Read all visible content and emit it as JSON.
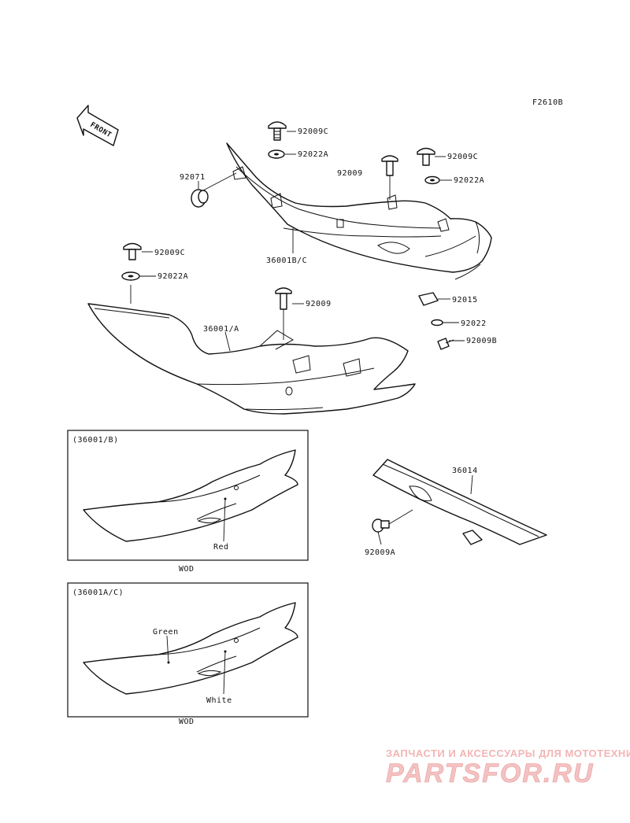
{
  "figure_code": "F2610B",
  "front_label": "FRONT",
  "callouts": {
    "c1": "92009C",
    "c2": "92022A",
    "c3": "92071",
    "c4": "92009",
    "c5": "92009C",
    "c6": "92022A",
    "c7": "36001B/C",
    "c8": "92009C",
    "c9": "92022A",
    "c10": "92009",
    "c11": "36001/A",
    "c12": "92015",
    "c13": "92022",
    "c14": "92009B",
    "c15": "36014",
    "c16": "92009A"
  },
  "inset1": {
    "title": "(36001/B)",
    "color_label": "Red",
    "footer": "WOD"
  },
  "inset2": {
    "title": "(36001A/C)",
    "color_label_1": "Green",
    "color_label_2": "White",
    "footer": "WOD"
  },
  "watermark": {
    "tagline": "ЗАПЧАСТИ И АКСЕССУАРЫ ДЛЯ МОТОТЕХНИКИ",
    "brand": "PARTSFOR.RU"
  },
  "colors": {
    "line": "#111111",
    "watermark": "#f2b5b5"
  }
}
